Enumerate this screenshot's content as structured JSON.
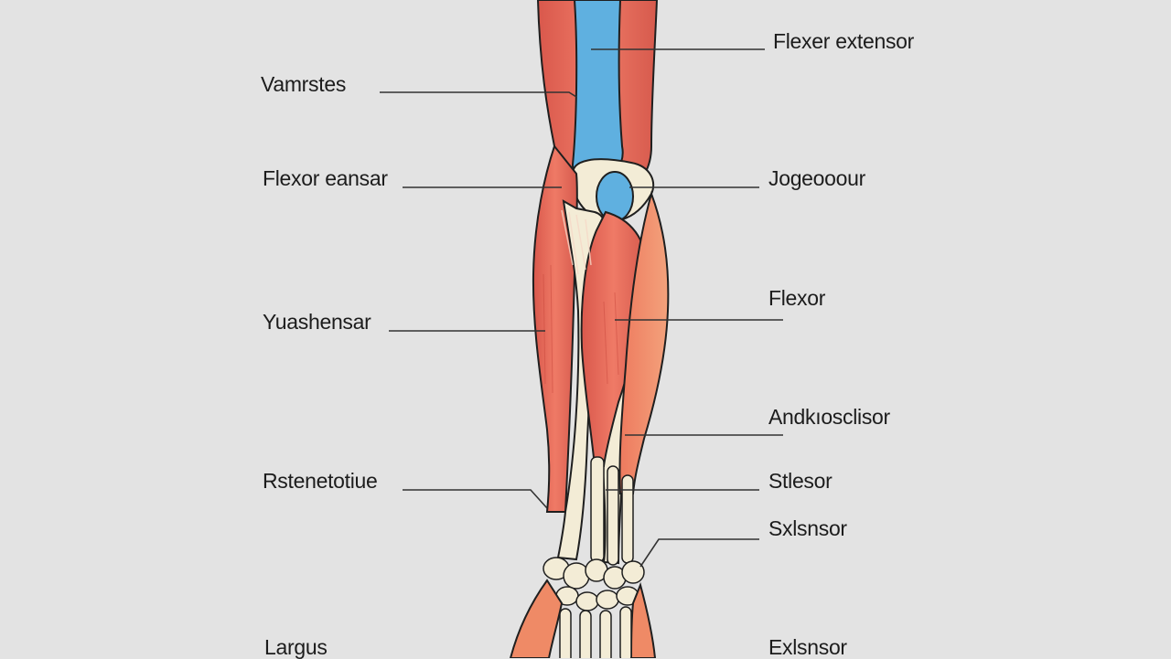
{
  "colors": {
    "background": "#e3e3e3",
    "muscle": "#e8705f",
    "muscle_light": "#f0927a",
    "muscle_orange": "#ef8a66",
    "bone": "#f3ecd6",
    "humerus_blue": "#5fb0e0",
    "outline": "#1f1f1f",
    "leader_line": "#333333"
  },
  "labels": {
    "left": [
      "Vamrstes",
      "Flexor eansar",
      "Yuashensar",
      "Rstenetotiue",
      "Largus"
    ],
    "right": [
      "Flexer extensor",
      "Jogeooour",
      "Flexor",
      "Andkıosclisor",
      "Stlesor",
      "Sxlsnsor",
      "Exlsnsor"
    ]
  },
  "icons": [
    "forearm-muscle-illustration",
    "humerus-bone",
    "elbow-joint",
    "ulna-bone",
    "radius-bone",
    "carpal-bones"
  ]
}
